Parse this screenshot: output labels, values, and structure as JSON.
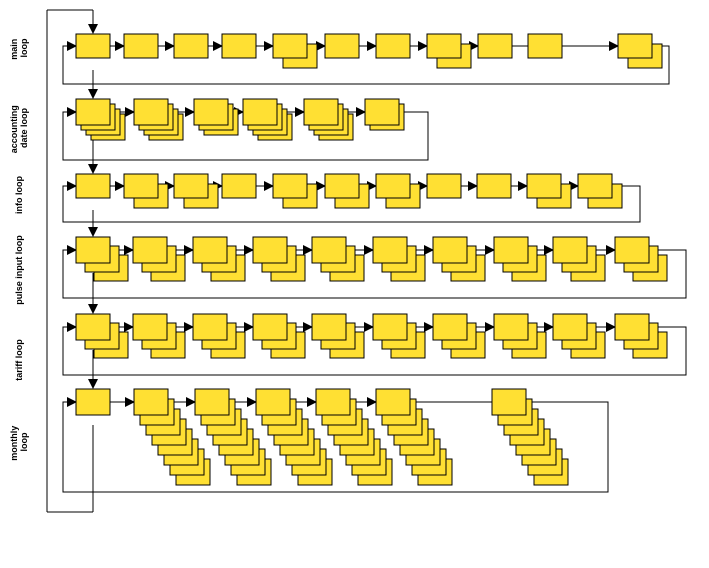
{
  "colors": {
    "box_fill": "#FFE033",
    "box_stroke": "#000000",
    "line": "#000000",
    "background": "#FFFFFF"
  },
  "loops": [
    {
      "id": "main",
      "label_lines": [
        "main",
        "loop"
      ],
      "boxes": [
        1,
        1,
        1,
        1,
        2,
        1,
        1,
        2,
        1,
        1,
        2
      ],
      "ellipsis_after_index": 9
    },
    {
      "id": "accounting-date",
      "label_lines": [
        "accounting",
        "date loop"
      ],
      "boxes": [
        4,
        4,
        3,
        4,
        4,
        2
      ],
      "ellipsis_after_index": null
    },
    {
      "id": "info",
      "label_lines": [
        "info loop"
      ],
      "boxes": [
        1,
        2,
        2,
        1,
        2,
        2,
        2,
        1,
        1,
        2,
        2
      ],
      "ellipsis_after_index": null
    },
    {
      "id": "pulse-input",
      "label_lines": [
        "pulse input loop"
      ],
      "boxes": [
        3,
        3,
        3,
        3,
        3,
        3,
        3,
        3,
        3,
        3
      ],
      "ellipsis_after_index": null
    },
    {
      "id": "tariff",
      "label_lines": [
        "tariff loop"
      ],
      "boxes": [
        3,
        3,
        3,
        3,
        3,
        3,
        3,
        3,
        3,
        3
      ],
      "ellipsis_after_index": null
    },
    {
      "id": "monthly",
      "label_lines": [
        "monthly",
        "loop"
      ],
      "boxes": [
        1,
        8,
        8,
        8,
        8,
        8,
        8
      ],
      "ellipsis_after_index": 6
    }
  ]
}
